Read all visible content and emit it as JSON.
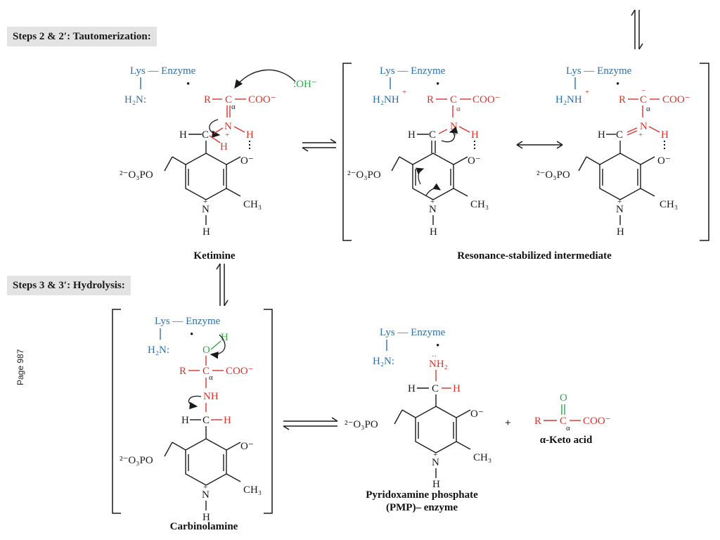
{
  "headers": {
    "step2": "Steps 2 & 2′: Tautomerization:",
    "step3": "Steps 3 & 3′: Hydrolysis:"
  },
  "labels": {
    "ketimine": "Ketimine",
    "resonance": "Resonance-stabilized intermediate",
    "carbinolamine": "Carbinolamine",
    "pmp": "Pyridoxamine phosphate (PMP)– enzyme",
    "keto_acid": "α-Keto acid"
  },
  "page_number": "Page 987",
  "colors": {
    "enzyme": "#2f6fa6",
    "substrate": "#d8342c",
    "water": "#2fa64a",
    "core": "#1a1a1a"
  },
  "chem": {
    "lys_enzyme": "Lys — Enzyme",
    "h2n": "H₂N:",
    "h2nh": "H₂NH",
    "plus": "+",
    "oh_minus": ":OH⁻",
    "r": "R",
    "c": "C",
    "alpha": "α",
    "coo": "COO⁻",
    "n": "N",
    "h": "H",
    "o": "O",
    "o_minus": "O⁻",
    "ch3": "CH₃",
    "o3po": "²⁻O₃PO",
    "nh": "NH",
    "nh2": "NH₂",
    "dot": "•"
  }
}
